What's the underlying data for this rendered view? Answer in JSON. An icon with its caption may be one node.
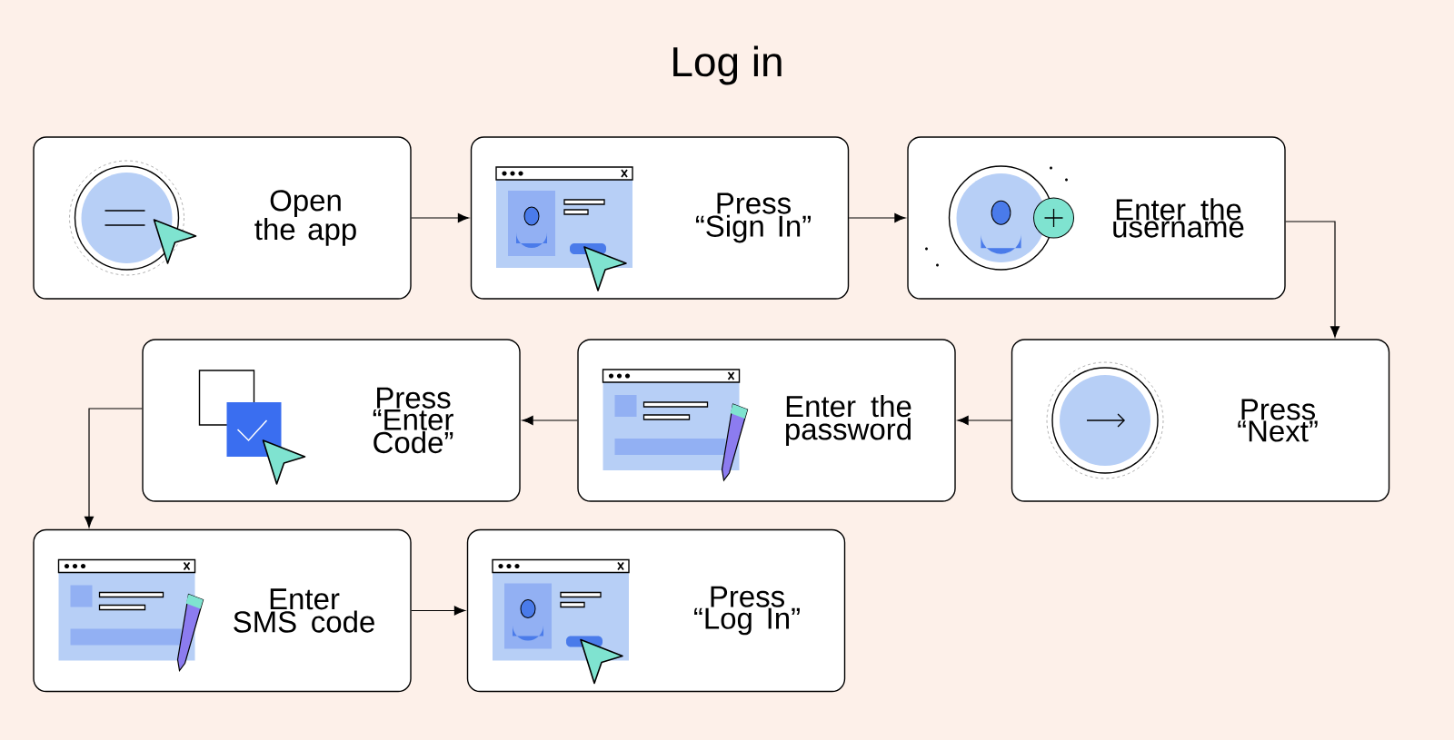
{
  "diagram": {
    "title": "Log in",
    "nodes": [
      {
        "text": [
          "Open the app"
        ]
      },
      {
        "text": [
          "Press “Sign In”"
        ]
      },
      {
        "text": [
          "Enter the username"
        ]
      },
      {
        "text": [
          "Press “Next”"
        ]
      },
      {
        "text": [
          "Enter the password"
        ]
      },
      {
        "text": [
          "Press “Enter Code”"
        ]
      },
      {
        "text": [
          "Enter SMS code"
        ]
      },
      {
        "text": [
          "Press “Log In”"
        ]
      }
    ],
    "edges": [
      {
        "from": 0,
        "to": 1,
        "arrow": "to"
      },
      {
        "from": 1,
        "to": 2,
        "arrow": "to"
      },
      {
        "from": 2,
        "to": 3,
        "arrow": "to"
      },
      {
        "from": 3,
        "to": 4,
        "arrow": "to"
      },
      {
        "from": 4,
        "to": 5,
        "arrow": "to"
      },
      {
        "from": 5,
        "to": 6,
        "arrow": "to"
      },
      {
        "from": 6,
        "to": 7,
        "arrow": "to"
      }
    ]
  }
}
